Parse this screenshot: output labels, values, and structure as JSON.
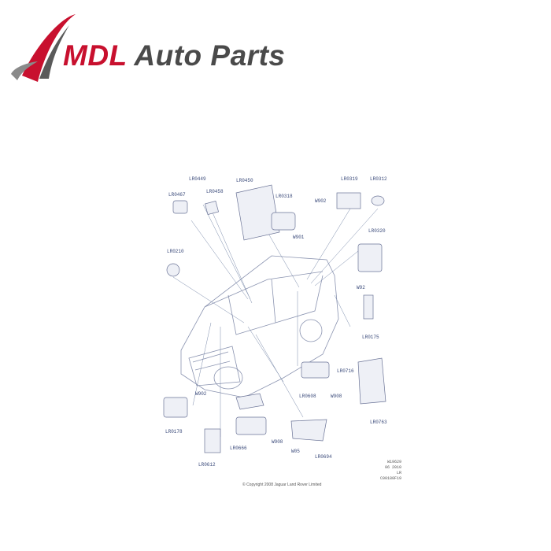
{
  "logo": {
    "brand_mdl": "MDL",
    "brand_rest": " Auto Parts",
    "red": "#c8102e",
    "gray": "#4a4a4a"
  },
  "diagram": {
    "labels": [
      "LR0449",
      "LR0458",
      "LR0467",
      "LR0450",
      "LR0318",
      "LR0319",
      "LR0312",
      "LR0210",
      "LR0320",
      "W902",
      "W901",
      "W92",
      "LR0175",
      "LR0716",
      "LR0608",
      "LR0763",
      "W902",
      "LR0178",
      "LR0666",
      "W908",
      "W05",
      "LR0612",
      "LR0694",
      "W908"
    ],
    "copyright": "© Copyright 2008 Jaguar Land Rover Limited",
    "code_lines": [
      "W19629",
      "06 2010",
      "LR",
      "C00180F19"
    ]
  }
}
